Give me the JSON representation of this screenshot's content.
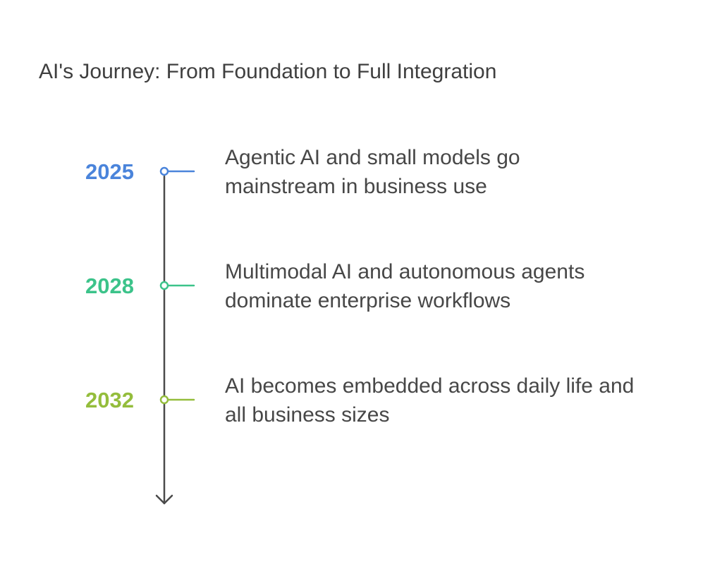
{
  "title": "AI's Journey: From Foundation to Full Integration",
  "milestones": [
    {
      "year": "2025",
      "color": "#4a84db",
      "description_lines": [
        "Agentic AI and small models go",
        "mainstream in business use"
      ]
    },
    {
      "year": "2028",
      "color": "#3cc38a",
      "description_lines": [
        "Multimodal AI and autonomous agents",
        "dominate enterprise workflows"
      ]
    },
    {
      "year": "2032",
      "color": "#94bd3c",
      "description_lines": [
        "AI becomes embedded across daily life and",
        "all business sizes"
      ]
    }
  ],
  "axis_color": "#4a4a4a",
  "axis_icon": "arrow-down-icon"
}
